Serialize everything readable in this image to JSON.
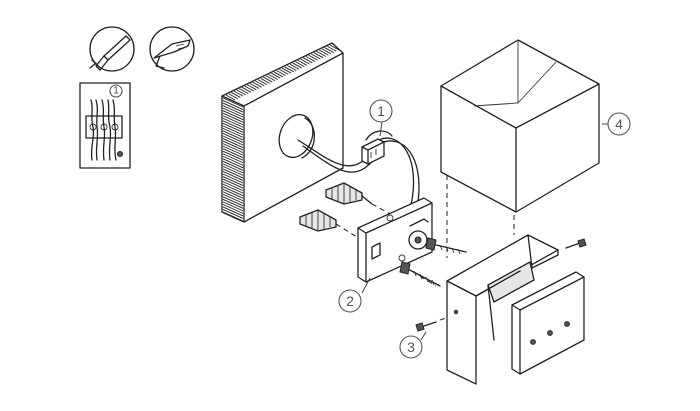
{
  "callouts": {
    "c1": "1",
    "c2": "2",
    "c3": "3",
    "c4": "4",
    "inset": "1"
  },
  "colors": {
    "line": "#222222",
    "callout": "#555555",
    "background": "#ffffff"
  },
  "icons": [
    "screwdriver-icon",
    "wire-stripper-icon",
    "terminal-block-icon"
  ]
}
